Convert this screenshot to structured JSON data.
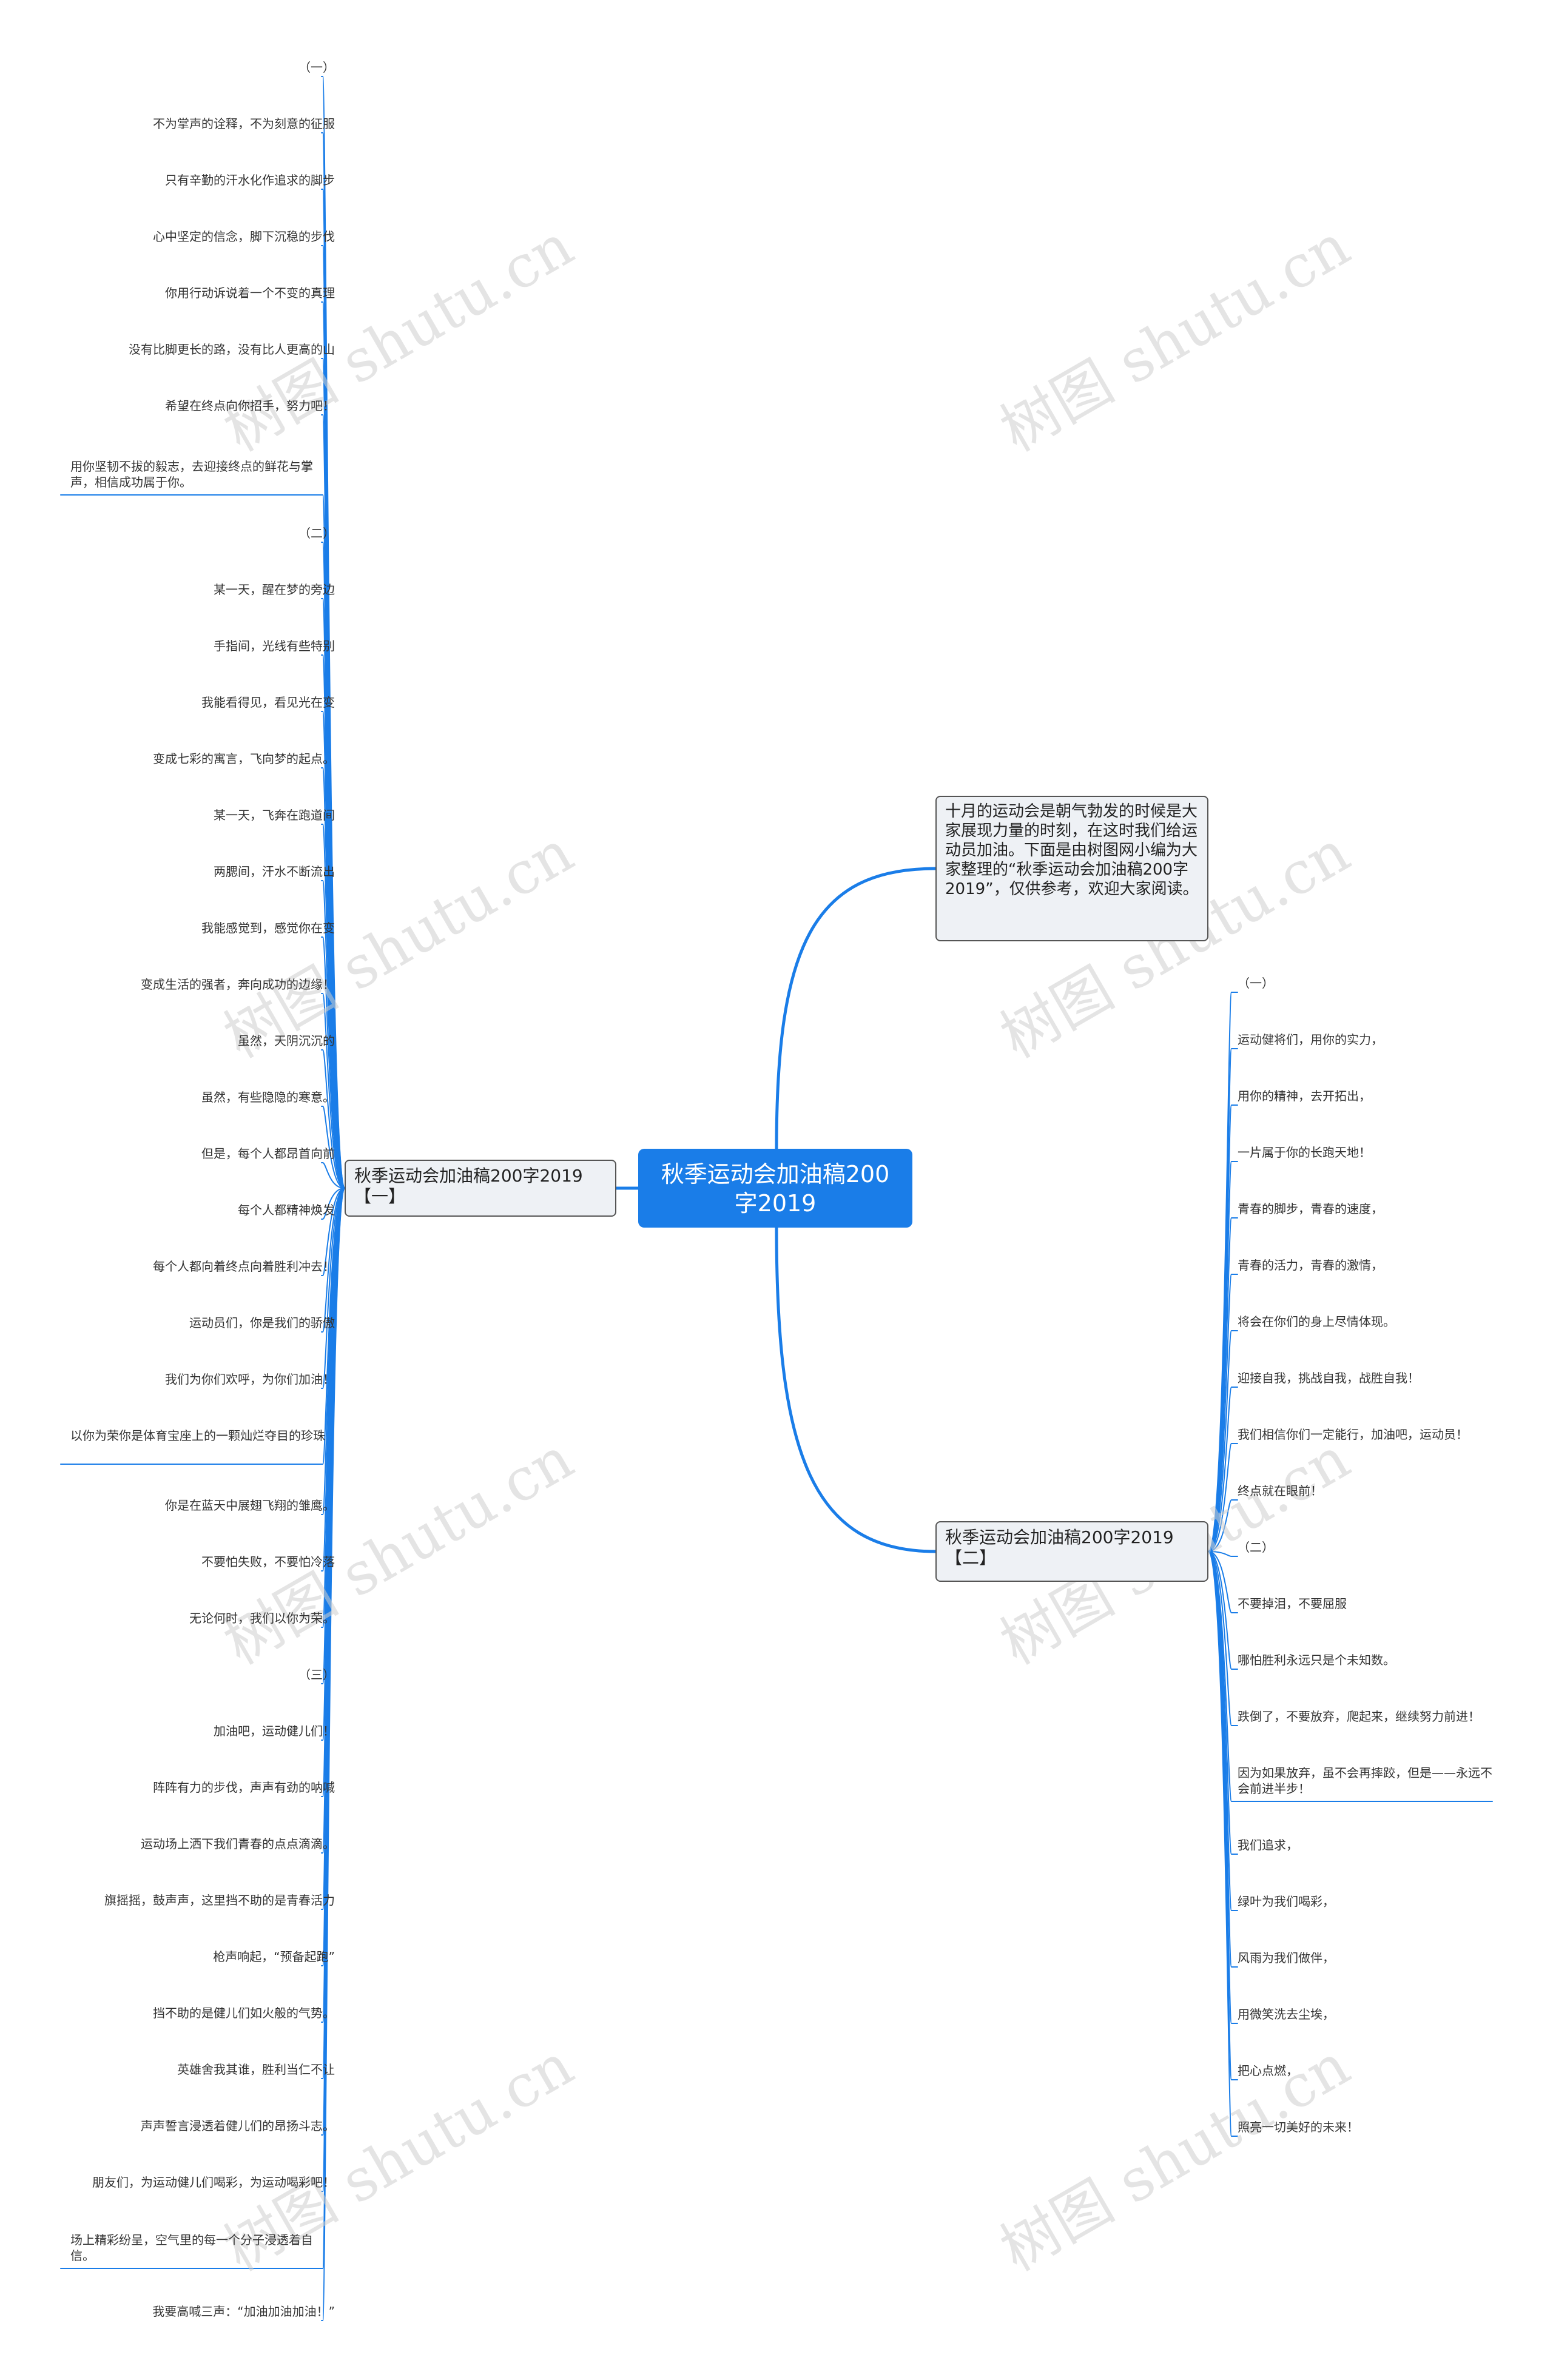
{
  "root": {
    "title": "秋季运动会加油稿200字2019"
  },
  "intro": {
    "text": "十月的运动会是朝气勃发的时候是大家展现力量的时刻，在这时我们给运动员加油。下面是由树图网小编为大家整理的“秋季运动会加油稿200字2019”，仅供参考，欢迎大家阅读。"
  },
  "branch1": {
    "title": "秋季运动会加油稿200字2019【一】",
    "items": [
      "（一）",
      "不为掌声的诠释，不为刻意的征服",
      "只有辛勤的汗水化作追求的脚步",
      "心中坚定的信念，脚下沉稳的步伐",
      "你用行动诉说着一个不变的真理",
      "没有比脚更长的路，没有比人更高的山",
      "希望在终点向你招手，努力吧！",
      "用你坚韧不拔的毅志，去迎接终点的鲜花与掌声，相信成功属于你。",
      "（二）",
      "某一天，醒在梦的旁边",
      "手指间，光线有些特别",
      "我能看得见，看见光在变",
      "变成七彩的寓言，飞向梦的起点。",
      "某一天，飞奔在跑道间",
      "两腮间，汗水不断流出",
      "我能感觉到，感觉你在变",
      "变成生活的强者，奔向成功的边缘！",
      "虽然，天阴沉沉的",
      "虽然，有些隐隐的寒意。",
      "但是，每个人都昂首向前",
      "每个人都精神焕发",
      "每个人都向着终点向着胜利冲去！",
      "运动员们，你是我们的骄傲",
      "我们为你们欢呼，为你们加油！",
      "以你为荣你是体育宝座上的一颗灿烂夺目的珍珠",
      "你是在蓝天中展翅飞翔的雏鹰。",
      "不要怕失败，不要怕冷落",
      "无论何时，我们以你为荣。",
      "（三）",
      "加油吧，运动健儿们！",
      "阵阵有力的步伐，声声有劲的呐喊",
      "运动场上洒下我们青春的点点滴滴。",
      "旗摇摇，鼓声声，这里挡不助的是青春活力",
      "枪声响起，“预备起跑”",
      "挡不助的是健儿们如火般的气势。",
      "英雄舍我其谁，胜利当仁不让",
      "声声誓言浸透着健儿们的昂扬斗志。",
      "朋友们，为运动健儿们喝彩，为运动喝彩吧！",
      "场上精彩纷呈，空气里的每一个分子浸透着自信。",
      "我要高喊三声：“加油加油加油！”"
    ]
  },
  "branch2": {
    "title": "秋季运动会加油稿200字2019【二】",
    "items": [
      "（一）",
      "运动健将们，用你的实力，",
      "用你的精神，去开拓出，",
      "一片属于你的长跑天地！",
      "青春的脚步，青春的速度，",
      "青春的活力，青春的激情，",
      "将会在你们的身上尽情体现。",
      "迎接自我，挑战自我，战胜自我！",
      "我们相信你们一定能行，加油吧，运动员！",
      "终点就在眼前！",
      "（二）",
      "不要掉泪，不要屈服",
      "哪怕胜利永远只是个未知数。",
      "跌倒了，不要放弃，爬起来，继续努力前进！",
      "因为如果放弃，虽不会再摔跤，但是——永远不会前进半步！",
      "我们追求，",
      "绿叶为我们喝彩，",
      "风雨为我们做伴，",
      "用微笑洗去尘埃，",
      "把心点燃，",
      "照亮一切美好的未来！"
    ]
  },
  "watermark": "树图 shutu.cn",
  "colors": {
    "accent": "#1a7de8",
    "node_bg": "#eef1f5",
    "node_border": "#555555"
  }
}
